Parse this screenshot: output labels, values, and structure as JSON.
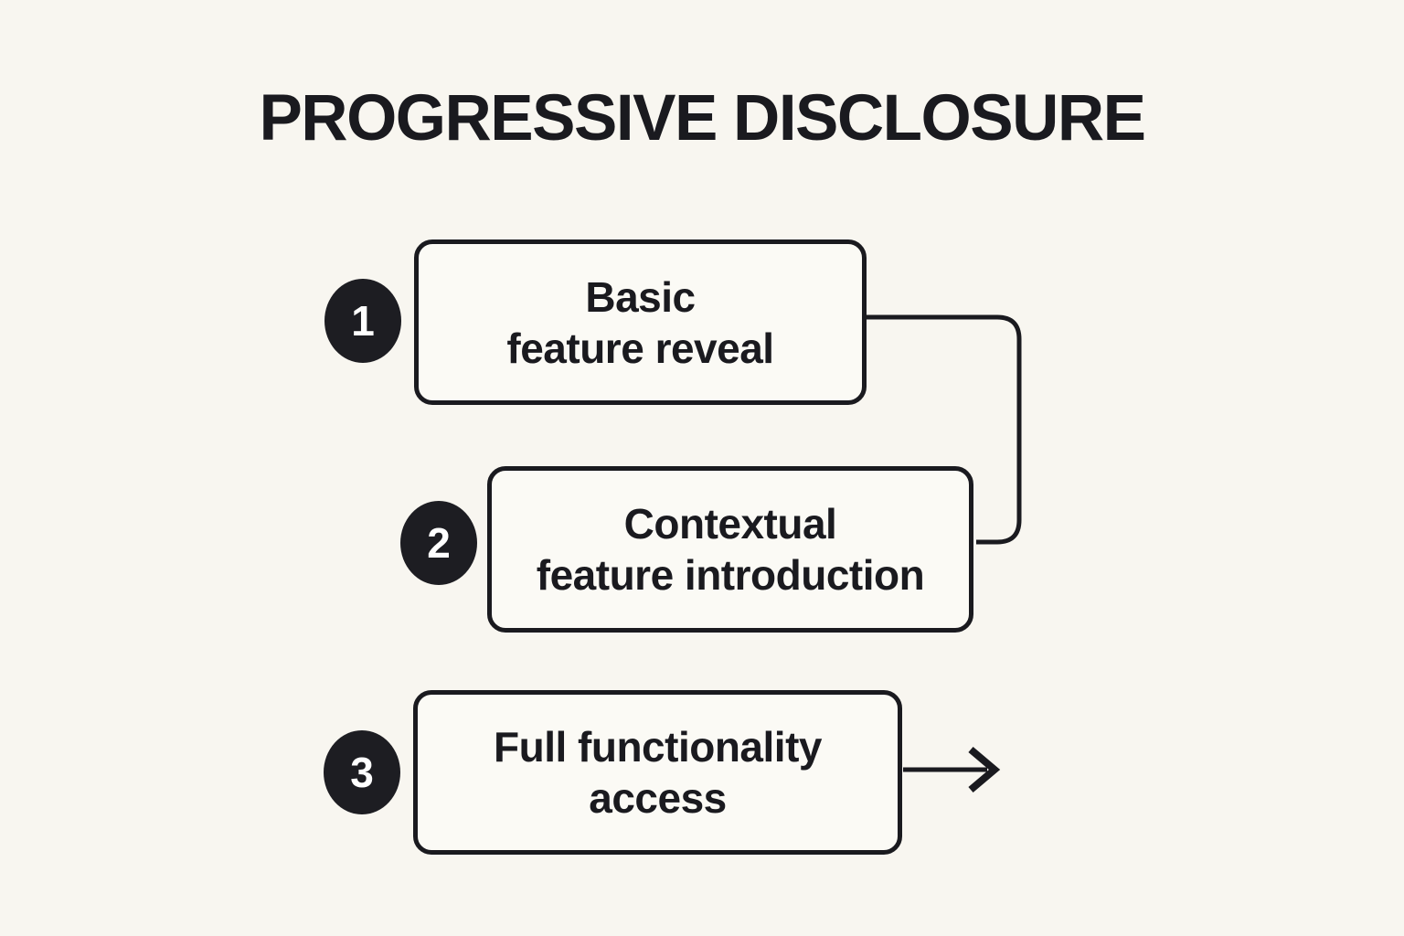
{
  "title": "PROGRESSIVE DISCLOSURE",
  "diagram_type": "numbered-step-flow",
  "steps": [
    {
      "number": "1",
      "line1": "Basic",
      "line2": "feature reveal"
    },
    {
      "number": "2",
      "line1": "Contextual",
      "line2": "feature introduction"
    },
    {
      "number": "3",
      "line1": "Full functionality",
      "line2": "access"
    }
  ],
  "connections": [
    {
      "from": "step-1",
      "to": "step-2",
      "style": "right-angle-elbow"
    },
    {
      "from": "step-3",
      "to": "offscreen-right",
      "style": "arrow"
    }
  ],
  "colors": {
    "background": "#f8f6f0",
    "box_fill": "#fbfaf5",
    "ink": "#1a1a1f",
    "badge_fill": "#1d1d22",
    "badge_text": "#ffffff"
  }
}
